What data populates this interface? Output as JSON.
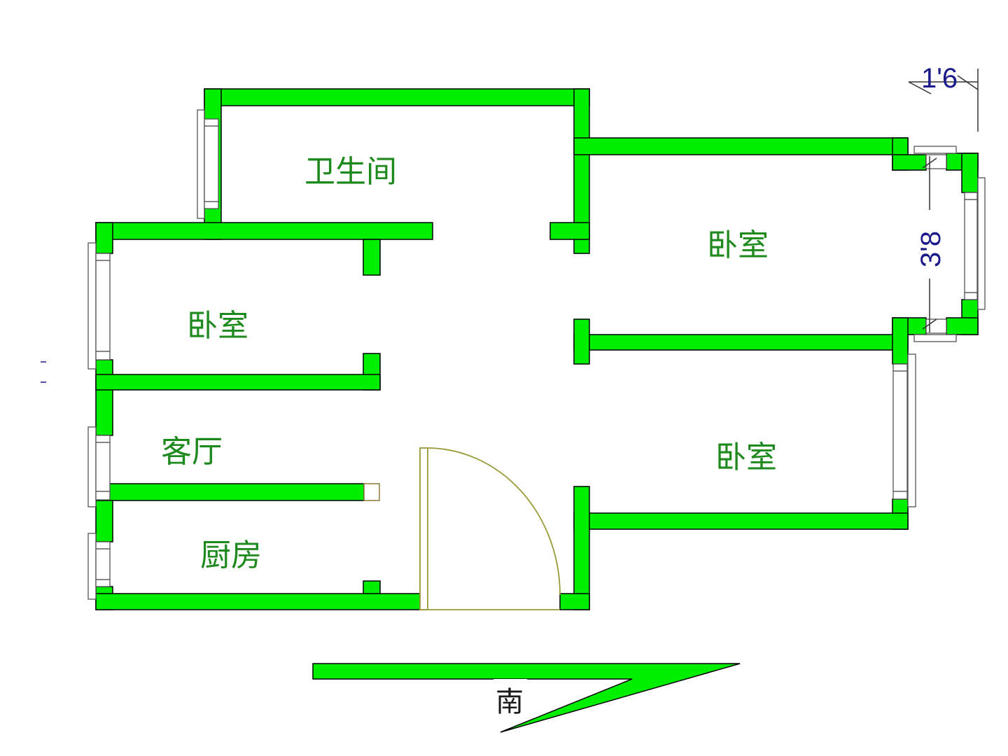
{
  "rooms": {
    "bathroom": "卫生间",
    "bedroom_left": "卧室",
    "bedroom_right_top": "卧室",
    "bedroom_right_bottom": "卧室",
    "living_room": "客厅",
    "kitchen": "厨房"
  },
  "dimensions": {
    "width": "1'6",
    "height": "3'8"
  },
  "compass": {
    "direction": "南"
  },
  "colors": {
    "wall": "#00ee00",
    "wall_outline": "#000000",
    "label_text": "#1e8a1e",
    "dimension_text": "#1a1a8a",
    "door": "#9a9a3a",
    "window": "#666666"
  }
}
